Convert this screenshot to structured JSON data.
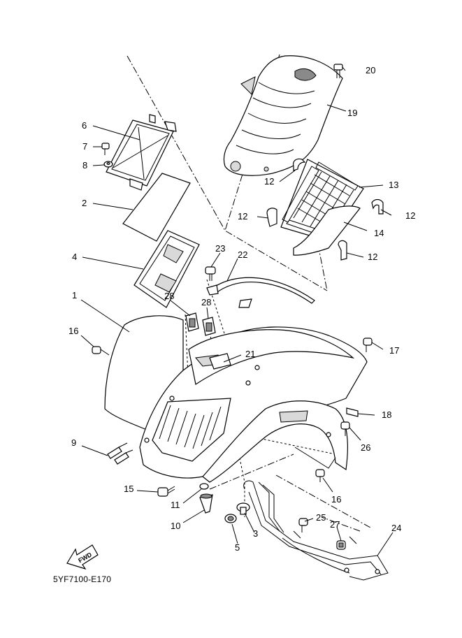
{
  "catalog_code": "5YF7100-E170",
  "fwd_label": "FWD",
  "callouts": {
    "c1": "1",
    "c2": "2",
    "c3": "3",
    "c4": "4",
    "c5": "5",
    "c6": "6",
    "c7": "7",
    "c8": "8",
    "c9": "9",
    "c10": "10",
    "c11": "11",
    "c12a": "12",
    "c12b": "12",
    "c12c": "12",
    "c12d": "12",
    "c13": "13",
    "c14": "14",
    "c15": "15",
    "c16a": "16",
    "c16b": "16",
    "c17": "17",
    "c18": "18",
    "c19": "19",
    "c20": "20",
    "c21": "21",
    "c22": "22",
    "c23": "23",
    "c24": "24",
    "c25": "25",
    "c26": "26",
    "c27": "27",
    "c28a": "28",
    "c28b": "28"
  }
}
